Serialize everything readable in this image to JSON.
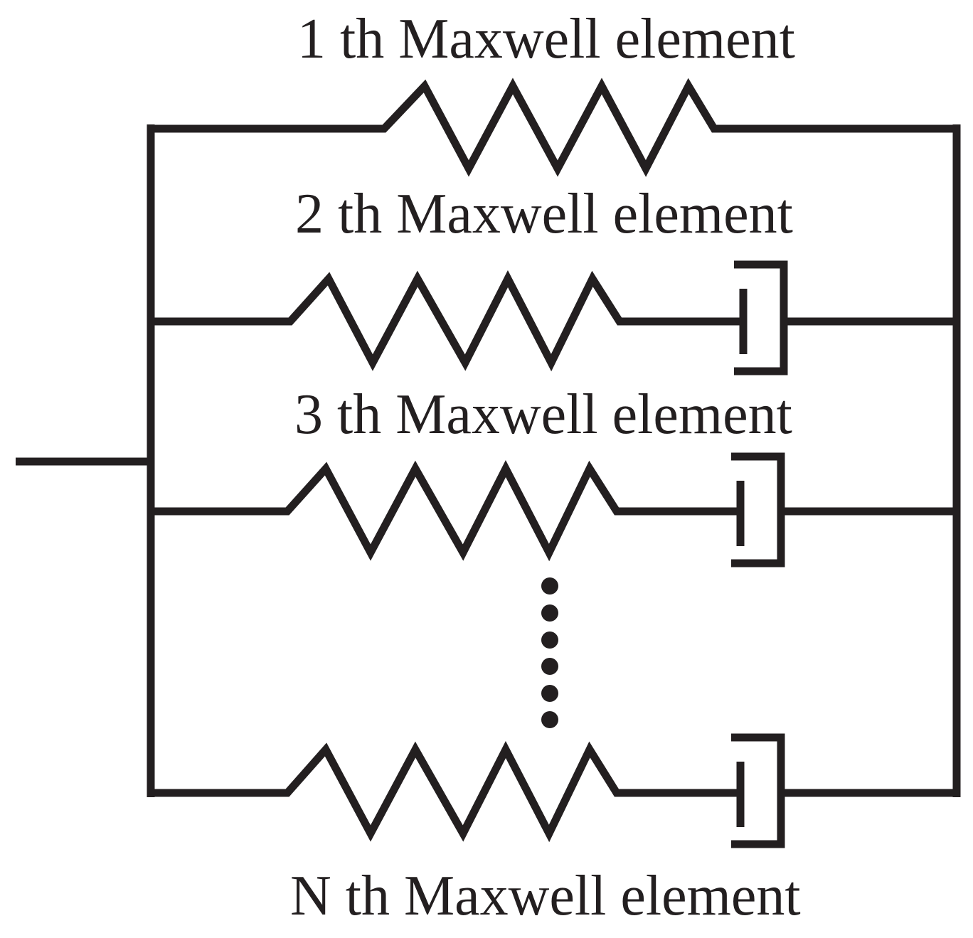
{
  "diagram": {
    "type": "generalized-maxwell-model",
    "elements": [
      {
        "label": "1 th Maxwell element",
        "components": [
          "spring-icon"
        ]
      },
      {
        "label": "2 th Maxwell element",
        "components": [
          "spring-icon",
          "dashpot-icon"
        ]
      },
      {
        "label": "3 th Maxwell element",
        "components": [
          "spring-icon",
          "dashpot-icon"
        ]
      },
      {
        "label": "N th Maxwell element",
        "components": [
          "spring-icon",
          "dashpot-icon"
        ]
      }
    ],
    "continuation": "ellipsis-dots-icon",
    "colors": {
      "line": "#231f20",
      "background": "#ffffff"
    }
  }
}
